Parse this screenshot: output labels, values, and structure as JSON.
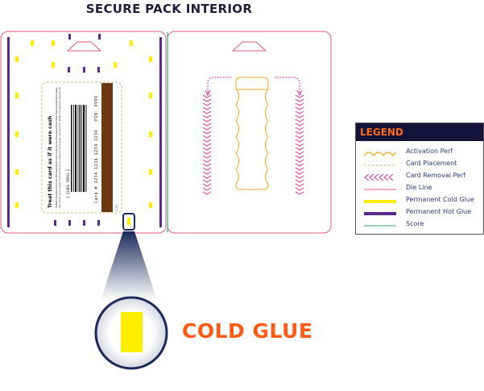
{
  "title": "SECURE PACK INTERIOR",
  "card": {
    "headline": "Treat this card as if it were cash",
    "number_line": "Card # 1234 1234 1234 1234",
    "pin_line": "PIN: 9999",
    "small_code": "1-20",
    "fine_print_1": "Activation may take up to 24 hours. Not redeemable for cash or credit. Card cannot be replaced if lost or stolen. Balance inquiries at the register.",
    "fine_print_2": "Use of this card is subject to the terms and conditions of the issuer. See back for details. For balance inquiries call",
    "barcode_digits": "1 23456 78901 2"
  },
  "legend": {
    "heading": "LEGEND",
    "items": [
      {
        "label": "Activation Perf",
        "symbol": "activation-perf",
        "color": "#f5a623"
      },
      {
        "label": "Card Placement",
        "symbol": "card-placement",
        "color": "#c8b87a"
      },
      {
        "label": "Card Removal Perf",
        "symbol": "card-removal-perf",
        "color": "#e0289a"
      },
      {
        "label": "Die Line",
        "symbol": "die-line",
        "color": "#e05a78"
      },
      {
        "label": "Permanent Cold Glue",
        "symbol": "cold-glue",
        "color": "#ffee00"
      },
      {
        "label": "Permanent Hot Glue",
        "symbol": "hot-glue",
        "color": "#5a2a8a"
      },
      {
        "label": "Score",
        "symbol": "score",
        "color": "#2aa860"
      }
    ]
  },
  "callout": {
    "label": "COLD GLUE",
    "color": "#ff5a14"
  },
  "colors": {
    "die_line": "#e05a78",
    "hot_glue": "#5a2a8a",
    "cold_glue": "#ffee00",
    "score": "#2aa860",
    "activation_perf": "#f5a623",
    "card_removal_perf": "#e0289a",
    "card_placement": "#c8b87a",
    "magstripe": "#6b3a12",
    "legend_header_bg": "#16133a",
    "title_text": "#1f1d3d"
  }
}
